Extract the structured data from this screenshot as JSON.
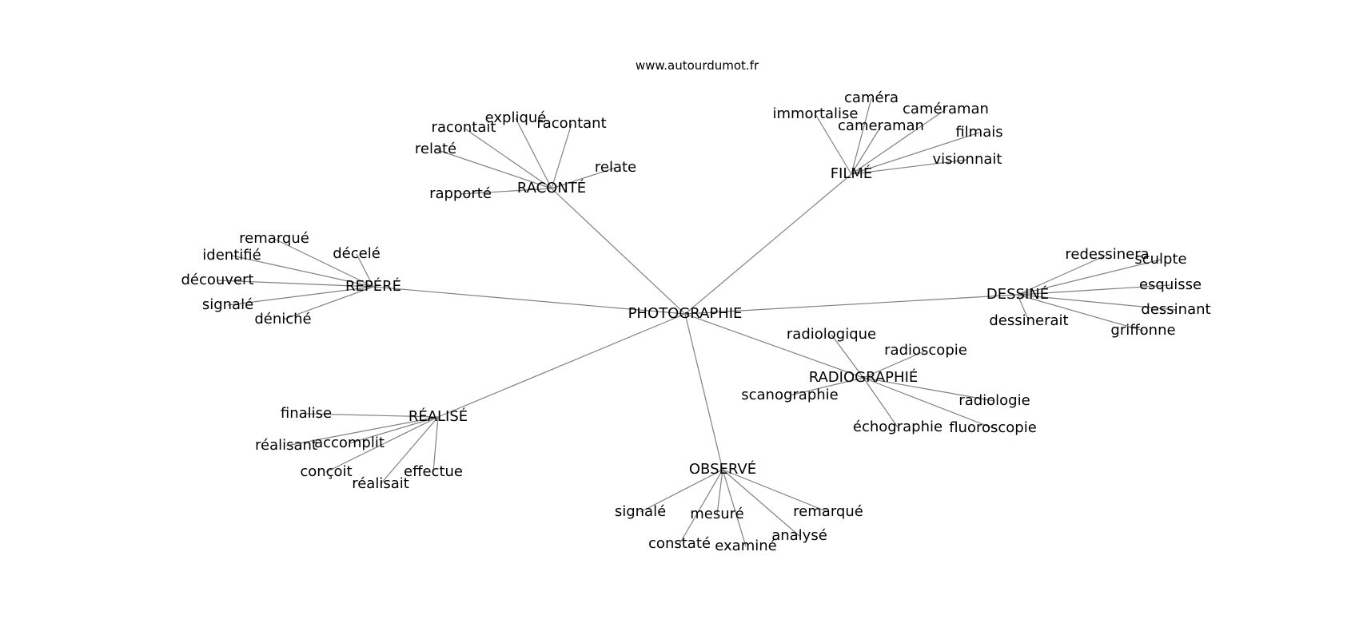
{
  "site": "www.autourdumot.fr",
  "center": "PHOTOGRAPHIE",
  "groups": [
    {
      "name": "RACONTÉ",
      "words": [
        "racontait",
        "expliqué",
        "racontant",
        "relaté",
        "relate",
        "rapporté"
      ]
    },
    {
      "name": "FILMÉ",
      "words": [
        "caméra",
        "immortalise",
        "caméraman",
        "cameraman",
        "filmais",
        "visionnait"
      ]
    },
    {
      "name": "REPÉRÉ",
      "words": [
        "remarqué",
        "identifié",
        "décelé",
        "découvert",
        "signalé",
        "déniché"
      ]
    },
    {
      "name": "DESSINÉ",
      "words": [
        "redessinera",
        "sculpte",
        "esquisse",
        "dessinant",
        "dessinerait",
        "griffonne"
      ]
    },
    {
      "name": "RADIOGRAPHIÉ",
      "words": [
        "radiologique",
        "radioscopie",
        "scanographie",
        "radiologie",
        "échographie",
        "fluoroscopie"
      ]
    },
    {
      "name": "RÉALISÉ",
      "words": [
        "finalise",
        "réalisant",
        "accomplit",
        "conçoit",
        "effectue",
        "réalisait"
      ]
    },
    {
      "name": "OBSERVÉ",
      "words": [
        "signalé",
        "mesuré",
        "remarqué",
        "constaté",
        "examiné",
        "analysé"
      ]
    }
  ]
}
